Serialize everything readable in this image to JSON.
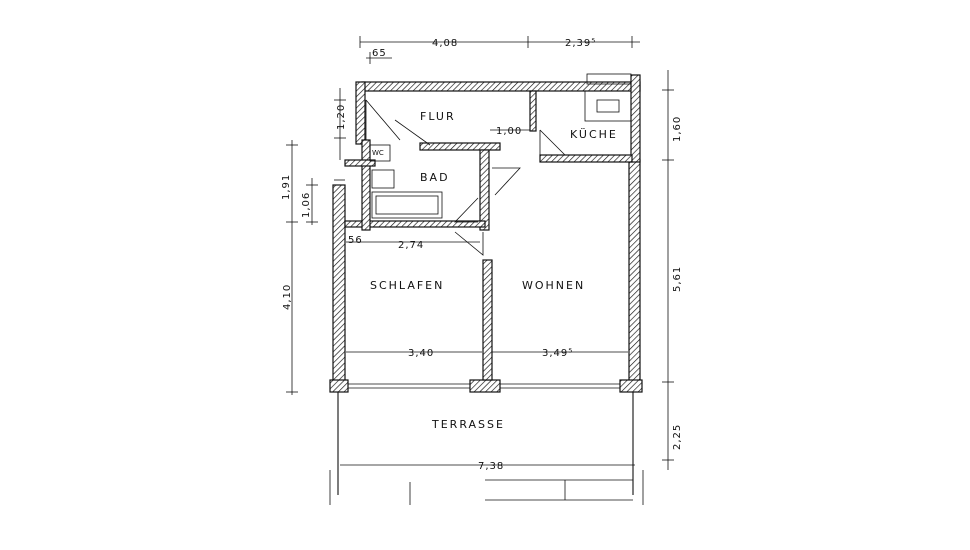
{
  "rooms": {
    "flur": "FLUR",
    "kueche": "KÜCHE",
    "bad": "BAD",
    "wc": "WC",
    "schlafen": "SCHLAFEN",
    "wohnen": "WOHNEN",
    "terrasse": "TERRASSE"
  },
  "dimensions": {
    "top_left_small": "65",
    "top_main": "4,08",
    "top_right": "2,39⁵",
    "left_upper": "1,20",
    "left_mid_a": "1,91",
    "left_mid_b": "1,06",
    "left_lower": "4,10",
    "right_upper": "1,60",
    "right_main": "5,61",
    "right_terrace": "2,25",
    "door_width": "1,00",
    "inner_small": "56",
    "inner_width": "2,74",
    "schlafen_width": "3,40",
    "wohnen_width": "3,49⁵",
    "terrace_width": "7,38"
  }
}
